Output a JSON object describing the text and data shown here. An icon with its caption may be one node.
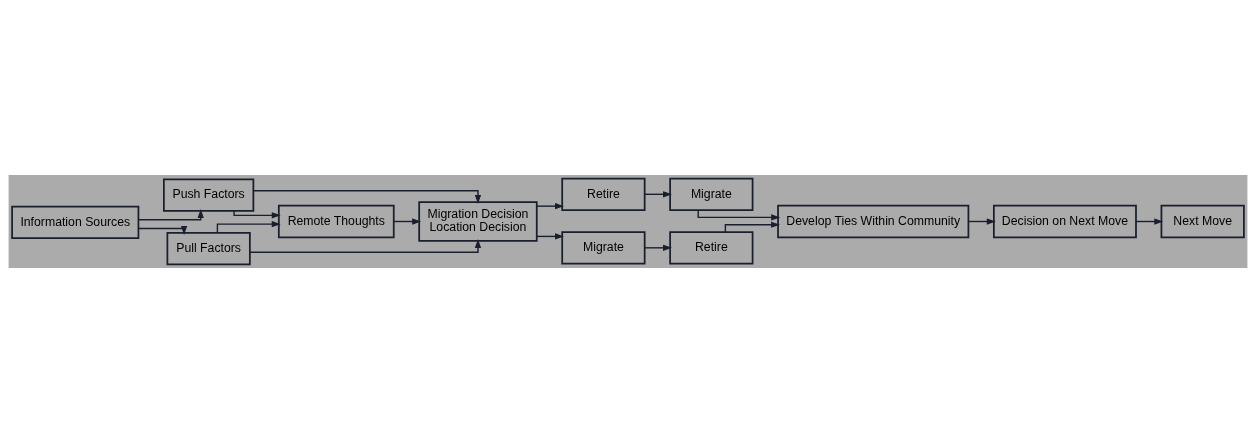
{
  "diagram": {
    "nodes": [
      {
        "text": [
          "Remote Thoughts"
        ]
      },
      {
        "text": [
          "Migration Decision",
          "Location Decision"
        ]
      },
      {
        "text": [
          "Retire"
        ]
      },
      {
        "text": [
          "Migrate"
        ]
      },
      {
        "text": [
          "Migrate"
        ]
      },
      {
        "text": [
          "Retire"
        ]
      },
      {
        "text": [
          "Develop Ties Within Community"
        ]
      },
      {
        "text": [
          "Decision on Next Move"
        ]
      },
      {
        "text": [
          "Next Move"
        ]
      },
      {
        "text": [
          "Push Factors"
        ]
      },
      {
        "text": [
          "Pull Factors"
        ]
      },
      {
        "text": [
          "Information Sources"
        ]
      }
    ],
    "edges": [
      {
        "from": 0,
        "to": 1,
        "arrow": "to"
      },
      {
        "from": 1,
        "to": 2,
        "arrow": "to"
      },
      {
        "from": 1,
        "to": 4,
        "arrow": "to"
      },
      {
        "from": 2,
        "to": 3,
        "arrow": "to"
      },
      {
        "from": 4,
        "to": 5,
        "arrow": "to"
      },
      {
        "from": 3,
        "to": 6,
        "arrow": "to"
      },
      {
        "from": 5,
        "to": 6,
        "arrow": "to"
      },
      {
        "from": 6,
        "to": 7,
        "arrow": "to"
      },
      {
        "from": 7,
        "to": 8,
        "arrow": "to"
      },
      {
        "from": 9,
        "to": 0,
        "arrow": "to"
      },
      {
        "from": 9,
        "to": 1,
        "arrow": "to"
      },
      {
        "from": 10,
        "to": 0,
        "arrow": "to"
      },
      {
        "from": 10,
        "to": 1,
        "arrow": "to"
      },
      {
        "from": 11,
        "to": 9,
        "arrow": "to"
      },
      {
        "from": 11,
        "to": 10,
        "arrow": "to"
      }
    ]
  }
}
